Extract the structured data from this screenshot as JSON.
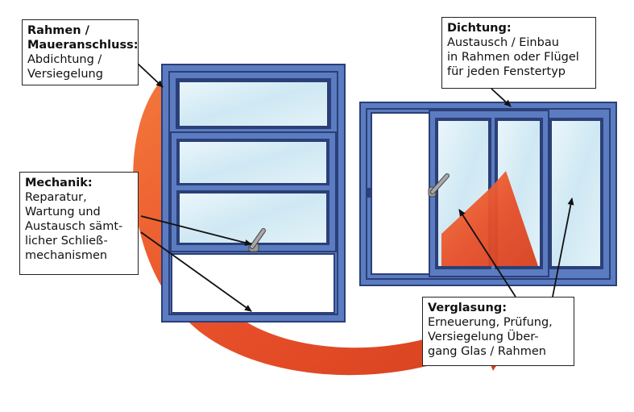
{
  "colors": {
    "accent_arrow": "#e8502a",
    "frame_blue": "#5b7cc0",
    "frame_dark": "#2b3f78",
    "glass": "#d8eef7",
    "handle": "#8a8a8a"
  },
  "callouts": {
    "frame": {
      "title_lines": [
        "Rahmen /",
        "Maueranschluss:"
      ],
      "body_lines": [
        "Abdichtung /",
        "Versiegelung"
      ]
    },
    "mechanics": {
      "title": "Mechanik:",
      "body_lines": [
        "Reparatur,",
        "Wartung und",
        "Austausch sämt-",
        "licher Schließ-",
        "mechanismen"
      ]
    },
    "seal": {
      "title": "Dichtung:",
      "body_lines": [
        "Austausch / Einbau",
        "in Rahmen oder Flügel",
        "für jeden Fenstertyp"
      ]
    },
    "glazing": {
      "title": "Verglasung:",
      "body_lines": [
        "Erneuerung, Prüfung,",
        "Versiegelung Über-",
        "gang Glas / Rahmen"
      ]
    }
  }
}
